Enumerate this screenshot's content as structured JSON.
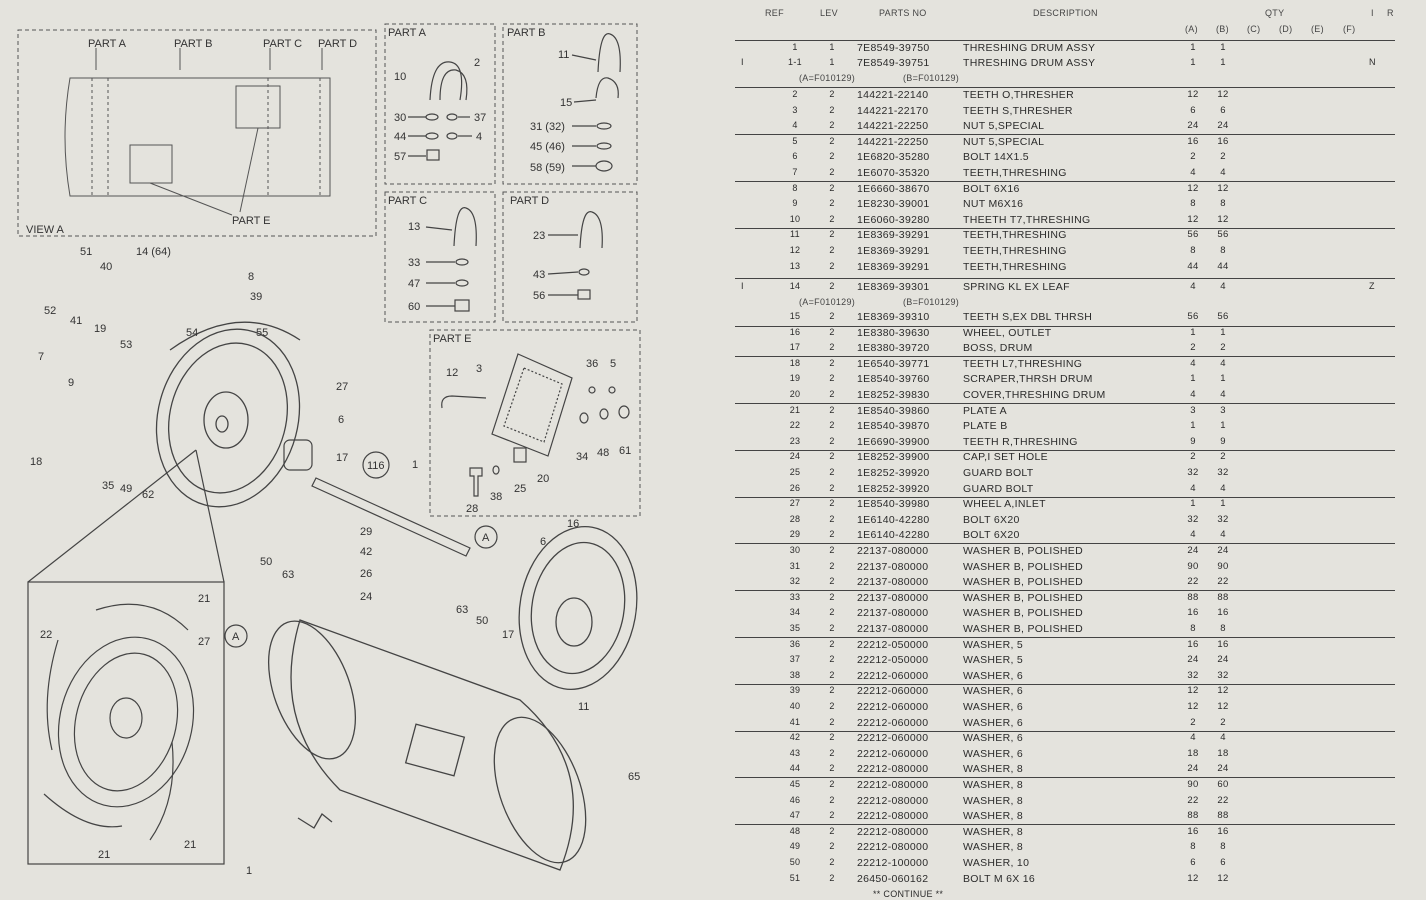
{
  "diagram": {
    "view_a": {
      "label": "VIEW A",
      "parts": [
        "PART A",
        "PART B",
        "PART C",
        "PART D"
      ],
      "part_e": "PART E"
    },
    "boxes": {
      "part_a": {
        "title": "PART A",
        "labels": [
          "2",
          "10",
          "30",
          "37",
          "44",
          "4",
          "57"
        ]
      },
      "part_b": {
        "title": "PART B",
        "labels": [
          "11",
          "15",
          "31 (32)",
          "45 (46)",
          "58 (59)"
        ]
      },
      "part_c": {
        "title": "PART C",
        "labels": [
          "13",
          "33",
          "47",
          "60"
        ]
      },
      "part_d": {
        "title": "PART D",
        "labels": [
          "23",
          "43",
          "56"
        ]
      },
      "part_e": {
        "title": "PART E",
        "labels": [
          "12",
          "3",
          "36",
          "5",
          "34",
          "48",
          "61",
          "28",
          "38",
          "25",
          "20"
        ]
      }
    },
    "callouts": [
      "51",
      "40",
      "14 (64)",
      "8",
      "39",
      "52",
      "41",
      "19",
      "53",
      "54",
      "55",
      "7",
      "9",
      "27",
      "6",
      "18",
      "35",
      "49",
      "62",
      "17",
      "116",
      "1",
      "50",
      "63",
      "29",
      "42",
      "26",
      "24",
      "16",
      "6",
      "63",
      "50",
      "17",
      "A",
      "21",
      "22",
      "27",
      "21",
      "21",
      "11",
      "65",
      "A",
      "1"
    ]
  },
  "table": {
    "headers": {
      "ref": "REF",
      "lev": "LEV",
      "pn": "PARTS NO",
      "desc": "DESCRIPTION",
      "qty": "QTY",
      "i": "I",
      "r": "R"
    },
    "qty_cols": [
      "(A)",
      "(B)",
      "(C)",
      "(D)",
      "(E)",
      "(F)"
    ],
    "rows": [
      {
        "mark": "",
        "ref": "1",
        "lev": "1",
        "pn": "7E8549-39750",
        "desc": "THRESHING DRUM ASSY",
        "qa": "1",
        "qb": "1",
        "r": ""
      },
      {
        "mark": "I",
        "ref": "1-1",
        "lev": "1",
        "pn": "7E8549-39751",
        "desc": "THRESHING DRUM ASSY",
        "qa": "1",
        "qb": "1",
        "r": "N"
      },
      {
        "mark": "",
        "ref": "2",
        "lev": "2",
        "pn": "144221-22140",
        "desc": "TEETH O,THRESHER",
        "qa": "12",
        "qb": "12",
        "r": ""
      },
      {
        "mark": "",
        "ref": "3",
        "lev": "2",
        "pn": "144221-22170",
        "desc": "TEETH S,THRESHER",
        "qa": "6",
        "qb": "6",
        "r": ""
      },
      {
        "mark": "",
        "ref": "4",
        "lev": "2",
        "pn": "144221-22250",
        "desc": "NUT 5,SPECIAL",
        "qa": "24",
        "qb": "24",
        "r": ""
      },
      {
        "mark": "",
        "ref": "5",
        "lev": "2",
        "pn": "144221-22250",
        "desc": "NUT 5,SPECIAL",
        "qa": "16",
        "qb": "16",
        "r": ""
      },
      {
        "mark": "",
        "ref": "6",
        "lev": "2",
        "pn": "1E6820-35280",
        "desc": "BOLT 14X1.5",
        "qa": "2",
        "qb": "2",
        "r": ""
      },
      {
        "mark": "",
        "ref": "7",
        "lev": "2",
        "pn": "1E6070-35320",
        "desc": "TEETH,THRESHING",
        "qa": "4",
        "qb": "4",
        "r": ""
      },
      {
        "mark": "",
        "ref": "8",
        "lev": "2",
        "pn": "1E6660-38670",
        "desc": "BOLT 6X16",
        "qa": "12",
        "qb": "12",
        "r": ""
      },
      {
        "mark": "",
        "ref": "9",
        "lev": "2",
        "pn": "1E8230-39001",
        "desc": "NUT M6X16",
        "qa": "8",
        "qb": "8",
        "r": ""
      },
      {
        "mark": "",
        "ref": "10",
        "lev": "2",
        "pn": "1E6060-39280",
        "desc": "THEETH T7,THRESHING",
        "qa": "12",
        "qb": "12",
        "r": ""
      },
      {
        "mark": "",
        "ref": "11",
        "lev": "2",
        "pn": "1E8369-39291",
        "desc": "TEETH,THRESHING",
        "qa": "56",
        "qb": "56",
        "r": ""
      },
      {
        "mark": "",
        "ref": "12",
        "lev": "2",
        "pn": "1E8369-39291",
        "desc": "TEETH,THRESHING",
        "qa": "8",
        "qb": "8",
        "r": ""
      },
      {
        "mark": "",
        "ref": "13",
        "lev": "2",
        "pn": "1E8369-39291",
        "desc": "TEETH,THRESHING",
        "qa": "44",
        "qb": "44",
        "r": ""
      },
      {
        "mark": "I",
        "ref": "14",
        "lev": "2",
        "pn": "1E8369-39301",
        "desc": "SPRING KL EX LEAF",
        "qa": "4",
        "qb": "4",
        "r": "Z"
      },
      {
        "mark": "",
        "ref": "15",
        "lev": "2",
        "pn": "1E8369-39310",
        "desc": "TEETH S,EX DBL THRSH",
        "qa": "56",
        "qb": "56",
        "r": ""
      },
      {
        "mark": "",
        "ref": "16",
        "lev": "2",
        "pn": "1E8380-39630",
        "desc": "WHEEL, OUTLET",
        "qa": "1",
        "qb": "1",
        "r": ""
      },
      {
        "mark": "",
        "ref": "17",
        "lev": "2",
        "pn": "1E8380-39720",
        "desc": "BOSS, DRUM",
        "qa": "2",
        "qb": "2",
        "r": ""
      },
      {
        "mark": "",
        "ref": "18",
        "lev": "2",
        "pn": "1E6540-39771",
        "desc": "TEETH L7,THRESHING",
        "qa": "4",
        "qb": "4",
        "r": ""
      },
      {
        "mark": "",
        "ref": "19",
        "lev": "2",
        "pn": "1E8540-39760",
        "desc": "SCRAPER,THRSH DRUM",
        "qa": "1",
        "qb": "1",
        "r": ""
      },
      {
        "mark": "",
        "ref": "20",
        "lev": "2",
        "pn": "1E8252-39830",
        "desc": "COVER,THRESHING DRUM",
        "qa": "4",
        "qb": "4",
        "r": ""
      },
      {
        "mark": "",
        "ref": "21",
        "lev": "2",
        "pn": "1E8540-39860",
        "desc": "PLATE A",
        "qa": "3",
        "qb": "3",
        "r": ""
      },
      {
        "mark": "",
        "ref": "22",
        "lev": "2",
        "pn": "1E8540-39870",
        "desc": "PLATE B",
        "qa": "1",
        "qb": "1",
        "r": ""
      },
      {
        "mark": "",
        "ref": "23",
        "lev": "2",
        "pn": "1E6690-39900",
        "desc": "TEETH R,THRESHING",
        "qa": "9",
        "qb": "9",
        "r": ""
      },
      {
        "mark": "",
        "ref": "24",
        "lev": "2",
        "pn": "1E8252-39900",
        "desc": "CAP,I SET HOLE",
        "qa": "2",
        "qb": "2",
        "r": ""
      },
      {
        "mark": "",
        "ref": "25",
        "lev": "2",
        "pn": "1E8252-39920",
        "desc": "GUARD BOLT",
        "qa": "32",
        "qb": "32",
        "r": ""
      },
      {
        "mark": "",
        "ref": "26",
        "lev": "2",
        "pn": "1E8252-39920",
        "desc": "GUARD BOLT",
        "qa": "4",
        "qb": "4",
        "r": ""
      },
      {
        "mark": "",
        "ref": "27",
        "lev": "2",
        "pn": "1E8540-39980",
        "desc": "WHEEL A,INLET",
        "qa": "1",
        "qb": "1",
        "r": ""
      },
      {
        "mark": "",
        "ref": "28",
        "lev": "2",
        "pn": "1E6140-42280",
        "desc": "BOLT 6X20",
        "qa": "32",
        "qb": "32",
        "r": ""
      },
      {
        "mark": "",
        "ref": "29",
        "lev": "2",
        "pn": "1E6140-42280",
        "desc": "BOLT 6X20",
        "qa": "4",
        "qb": "4",
        "r": ""
      },
      {
        "mark": "",
        "ref": "30",
        "lev": "2",
        "pn": "22137-080000",
        "desc": "WASHER B, POLISHED",
        "qa": "24",
        "qb": "24",
        "r": ""
      },
      {
        "mark": "",
        "ref": "31",
        "lev": "2",
        "pn": "22137-080000",
        "desc": "WASHER B, POLISHED",
        "qa": "90",
        "qb": "90",
        "r": ""
      },
      {
        "mark": "",
        "ref": "32",
        "lev": "2",
        "pn": "22137-080000",
        "desc": "WASHER B, POLISHED",
        "qa": "22",
        "qb": "22",
        "r": ""
      },
      {
        "mark": "",
        "ref": "33",
        "lev": "2",
        "pn": "22137-080000",
        "desc": "WASHER B, POLISHED",
        "qa": "88",
        "qb": "88",
        "r": ""
      },
      {
        "mark": "",
        "ref": "34",
        "lev": "2",
        "pn": "22137-080000",
        "desc": "WASHER B, POLISHED",
        "qa": "16",
        "qb": "16",
        "r": ""
      },
      {
        "mark": "",
        "ref": "35",
        "lev": "2",
        "pn": "22137-080000",
        "desc": "WASHER B, POLISHED",
        "qa": "8",
        "qb": "8",
        "r": ""
      },
      {
        "mark": "",
        "ref": "36",
        "lev": "2",
        "pn": "22212-050000",
        "desc": "WASHER,  5",
        "qa": "16",
        "qb": "16",
        "r": ""
      },
      {
        "mark": "",
        "ref": "37",
        "lev": "2",
        "pn": "22212-050000",
        "desc": "WASHER,  5",
        "qa": "24",
        "qb": "24",
        "r": ""
      },
      {
        "mark": "",
        "ref": "38",
        "lev": "2",
        "pn": "22212-060000",
        "desc": "WASHER,  6",
        "qa": "32",
        "qb": "32",
        "r": ""
      },
      {
        "mark": "",
        "ref": "39",
        "lev": "2",
        "pn": "22212-060000",
        "desc": "WASHER,  6",
        "qa": "12",
        "qb": "12",
        "r": ""
      },
      {
        "mark": "",
        "ref": "40",
        "lev": "2",
        "pn": "22212-060000",
        "desc": "WASHER,  6",
        "qa": "12",
        "qb": "12",
        "r": ""
      },
      {
        "mark": "",
        "ref": "41",
        "lev": "2",
        "pn": "22212-060000",
        "desc": "WASHER,  6",
        "qa": "2",
        "qb": "2",
        "r": ""
      },
      {
        "mark": "",
        "ref": "42",
        "lev": "2",
        "pn": "22212-060000",
        "desc": "WASHER,  6",
        "qa": "4",
        "qb": "4",
        "r": ""
      },
      {
        "mark": "",
        "ref": "43",
        "lev": "2",
        "pn": "22212-060000",
        "desc": "WASHER,  6",
        "qa": "18",
        "qb": "18",
        "r": ""
      },
      {
        "mark": "",
        "ref": "44",
        "lev": "2",
        "pn": "22212-080000",
        "desc": "WASHER,  8",
        "qa": "24",
        "qb": "24",
        "r": ""
      },
      {
        "mark": "",
        "ref": "45",
        "lev": "2",
        "pn": "22212-080000",
        "desc": "WASHER,  8",
        "qa": "90",
        "qb": "60",
        "r": ""
      },
      {
        "mark": "",
        "ref": "46",
        "lev": "2",
        "pn": "22212-080000",
        "desc": "WASHER,  8",
        "qa": "22",
        "qb": "22",
        "r": ""
      },
      {
        "mark": "",
        "ref": "47",
        "lev": "2",
        "pn": "22212-080000",
        "desc": "WASHER,  8",
        "qa": "88",
        "qb": "88",
        "r": ""
      },
      {
        "mark": "",
        "ref": "48",
        "lev": "2",
        "pn": "22212-080000",
        "desc": "WASHER,  8",
        "qa": "16",
        "qb": "16",
        "r": ""
      },
      {
        "mark": "",
        "ref": "49",
        "lev": "2",
        "pn": "22212-080000",
        "desc": "WASHER,  8",
        "qa": "8",
        "qb": "8",
        "r": ""
      },
      {
        "mark": "",
        "ref": "50",
        "lev": "2",
        "pn": "22212-100000",
        "desc": "WASHER,  10",
        "qa": "6",
        "qb": "6",
        "r": ""
      },
      {
        "mark": "",
        "ref": "51",
        "lev": "2",
        "pn": "26450-060162",
        "desc": "BOLT M 6X 16",
        "qa": "12",
        "qb": "12",
        "r": ""
      }
    ],
    "notes": [
      {
        "a": "(A=F010129)",
        "b": "(B=F010129)"
      },
      {
        "a": "(A=F010129)",
        "b": "(B=F010129)"
      }
    ],
    "continue": "** CONTINUE **"
  }
}
